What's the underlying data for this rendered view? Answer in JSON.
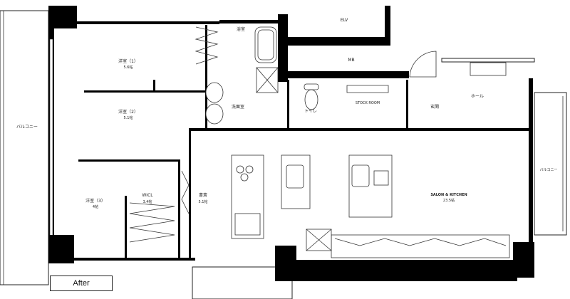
{
  "plan": {
    "stage_label": "After",
    "rooms": {
      "bedroom1": {
        "name": "洋室（1）",
        "size": "5.6帖"
      },
      "bedroom2": {
        "name": "洋室（2）",
        "size": "5.1帖"
      },
      "bedroom3": {
        "name": "洋室（3）",
        "size": "4帖"
      },
      "wicl": {
        "name": "WICL",
        "size": "3.4帖"
      },
      "study": {
        "name": "書斎",
        "size": "5.1帖"
      },
      "bath": {
        "name": "浴室"
      },
      "washroom": {
        "name": "洗面室"
      },
      "toilet": {
        "name": "トイレ"
      },
      "stock": {
        "name": "STOCK ROOM"
      },
      "entrance": {
        "name": "玄関"
      },
      "hall": {
        "name": "ホール"
      },
      "salon": {
        "name": "SALON & KITCHEN",
        "size": "23.5帖"
      },
      "balcony_left": {
        "name": "バルコニー"
      },
      "balcony_right": {
        "name": "バルコニー"
      },
      "elv": {
        "name": "ELV"
      },
      "mb": {
        "name": "MB"
      }
    }
  }
}
